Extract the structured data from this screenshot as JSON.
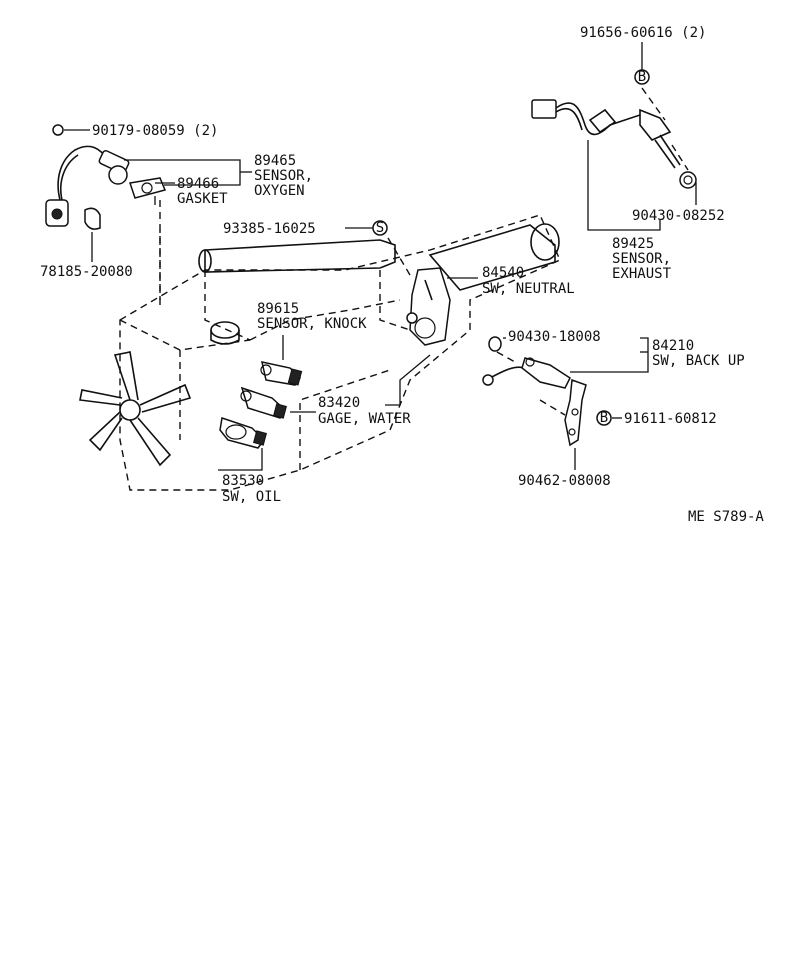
{
  "labels": {
    "p1": "91656-60616 (2)",
    "p2": "90179-08059 (2)",
    "p3": "89465",
    "p3a": "SENSOR,",
    "p3b": "OXYGEN",
    "p4": "89466",
    "p4a": "GASKET",
    "p5": "93385-16025",
    "p6": "90430-08252",
    "p7": "89425",
    "p7a": "SENSOR,",
    "p7b": "EXHAUST",
    "p8": "78185-20080",
    "p9": "84540",
    "p9a": "SW, NEUTRAL",
    "p10": "89615",
    "p10a": "SENSOR, KNOCK",
    "p11": "90430-18008",
    "p12": "84210",
    "p12a": "SW, BACK UP",
    "p13": "83420",
    "p13a": "GAGE, WATER",
    "p14": "91611-60812",
    "p15": "83530",
    "p15a": "SW, OIL",
    "p16": "90462-08008",
    "ref": "ME  S789-A"
  },
  "markers": {
    "b1": "B",
    "b2": "B",
    "s1": "S"
  }
}
